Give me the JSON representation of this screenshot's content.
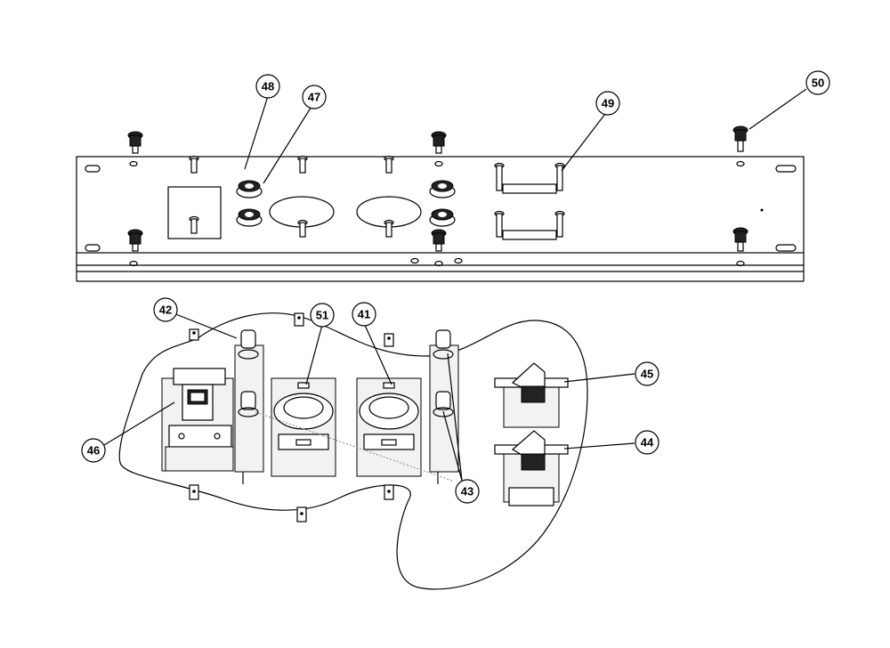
{
  "diagram": {
    "callouts": [
      {
        "id": "callout-48",
        "label": "48"
      },
      {
        "id": "callout-47",
        "label": "47"
      },
      {
        "id": "callout-49",
        "label": "49"
      },
      {
        "id": "callout-50",
        "label": "50"
      },
      {
        "id": "callout-42",
        "label": "42"
      },
      {
        "id": "callout-51",
        "label": "51"
      },
      {
        "id": "callout-41",
        "label": "41"
      },
      {
        "id": "callout-45",
        "label": "45"
      },
      {
        "id": "callout-46",
        "label": "46"
      },
      {
        "id": "callout-44",
        "label": "44"
      },
      {
        "id": "callout-43",
        "label": "43"
      }
    ]
  },
  "colors": {
    "line": "#000000",
    "background": "#ffffff",
    "part_fill": "#f2f2f2"
  }
}
